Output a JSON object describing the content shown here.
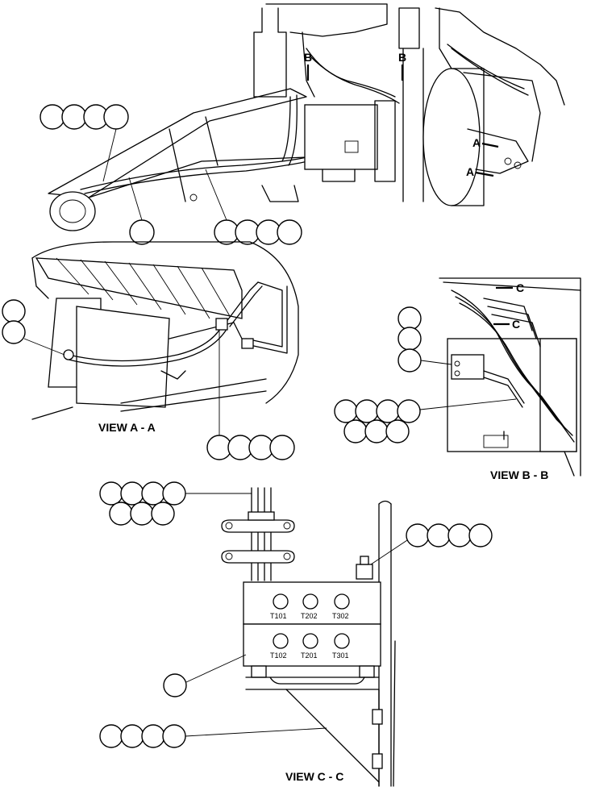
{
  "view_labels": {
    "aa": "VIEW A - A",
    "bb": "VIEW B - B",
    "cc": "VIEW C - C"
  },
  "section_marks": {
    "a": "A",
    "b": "B",
    "c": "C"
  },
  "terminals": [
    "T101",
    "T202",
    "T302",
    "T102",
    "T201",
    "T301"
  ]
}
